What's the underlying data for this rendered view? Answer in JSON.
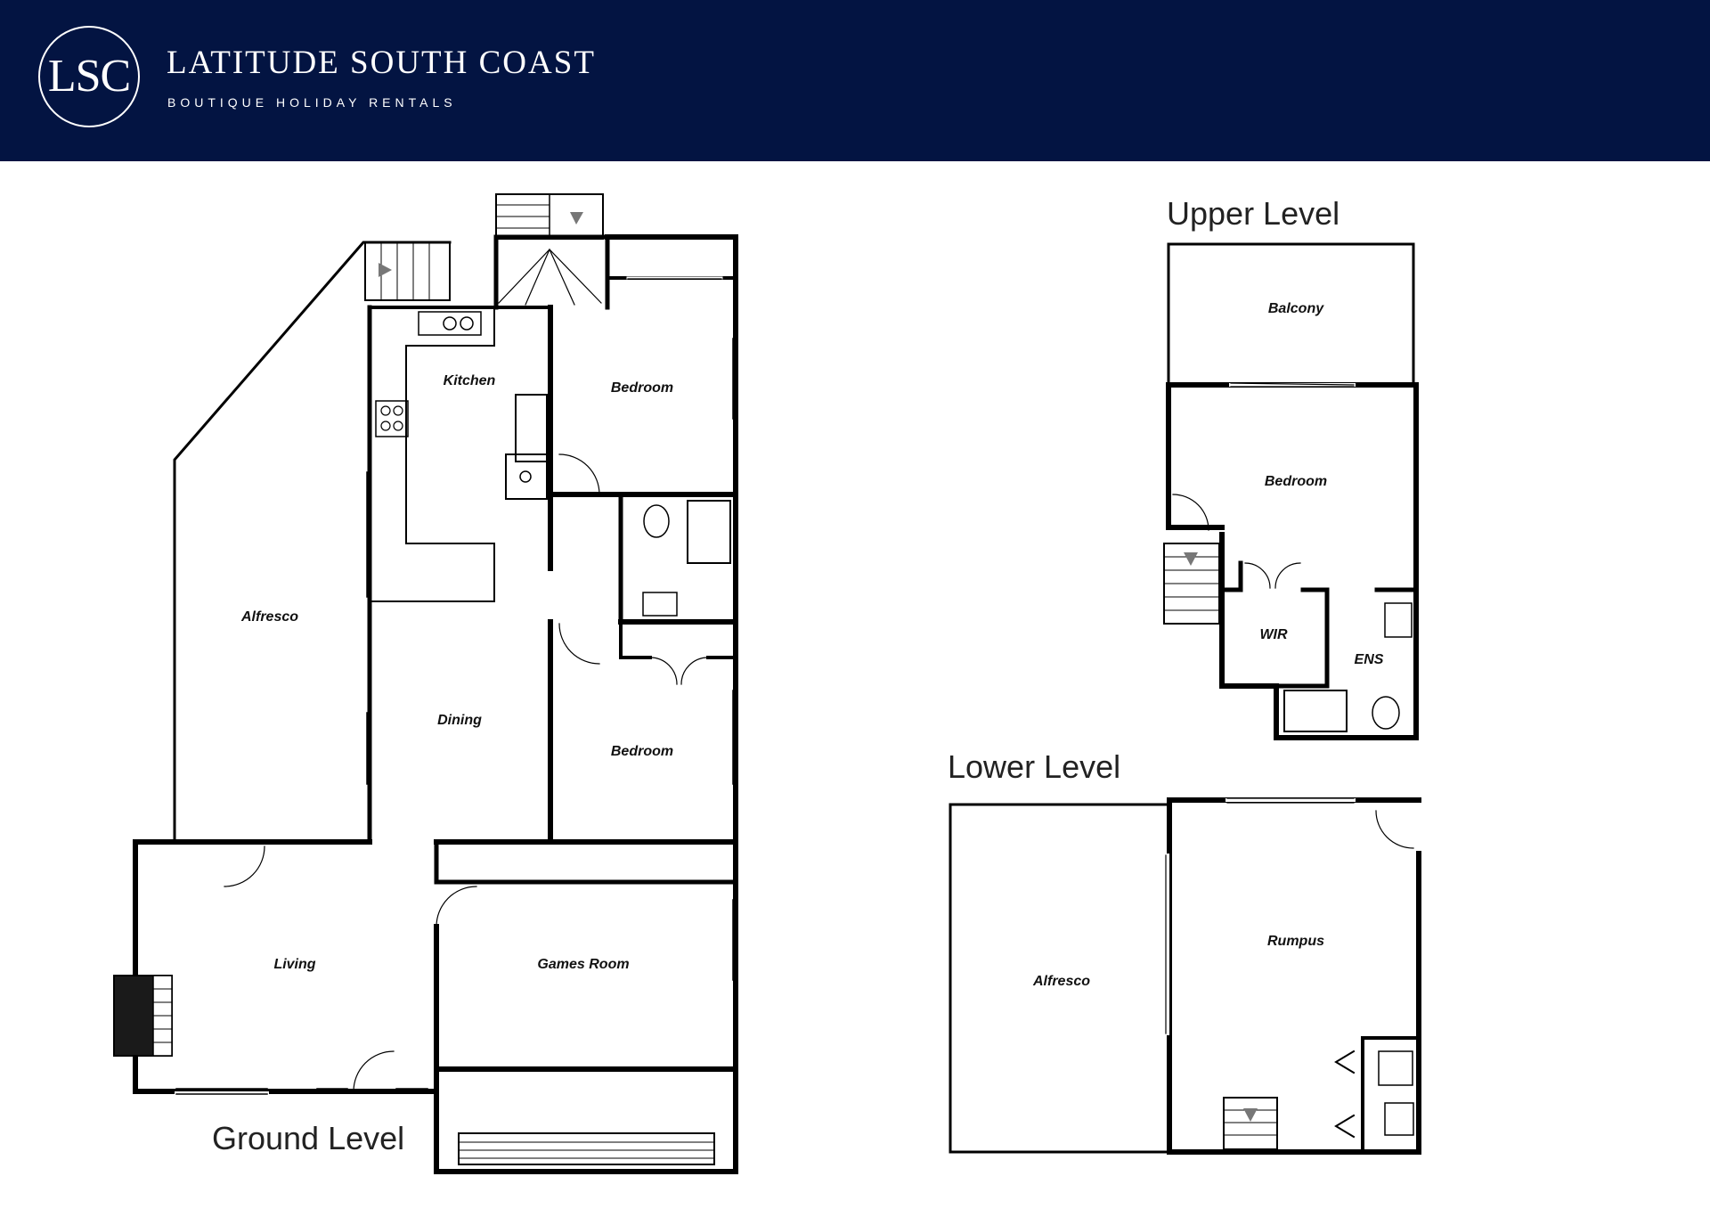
{
  "brand": {
    "logo_text": "LSC",
    "name": "LATITUDE SOUTH COAST",
    "tagline": "BOUTIQUE HOLIDAY RENTALS"
  },
  "colors": {
    "banner": "#031442",
    "walls": "#000000",
    "fixtures": "#555555"
  },
  "levels": {
    "ground": {
      "label": "Ground Level",
      "rooms": {
        "kitchen": "Kitchen",
        "bedroom_1": "Bedroom",
        "alfresco": "Alfresco",
        "dining": "Dining",
        "bedroom_2": "Bedroom",
        "living": "Living",
        "games_room": "Games Room"
      }
    },
    "upper": {
      "label": "Upper Level",
      "rooms": {
        "balcony": "Balcony",
        "bedroom": "Bedroom",
        "wir": "WIR",
        "ens": "ENS"
      }
    },
    "lower": {
      "label": "Lower Level",
      "rooms": {
        "alfresco": "Alfresco",
        "rumpus": "Rumpus"
      }
    }
  }
}
